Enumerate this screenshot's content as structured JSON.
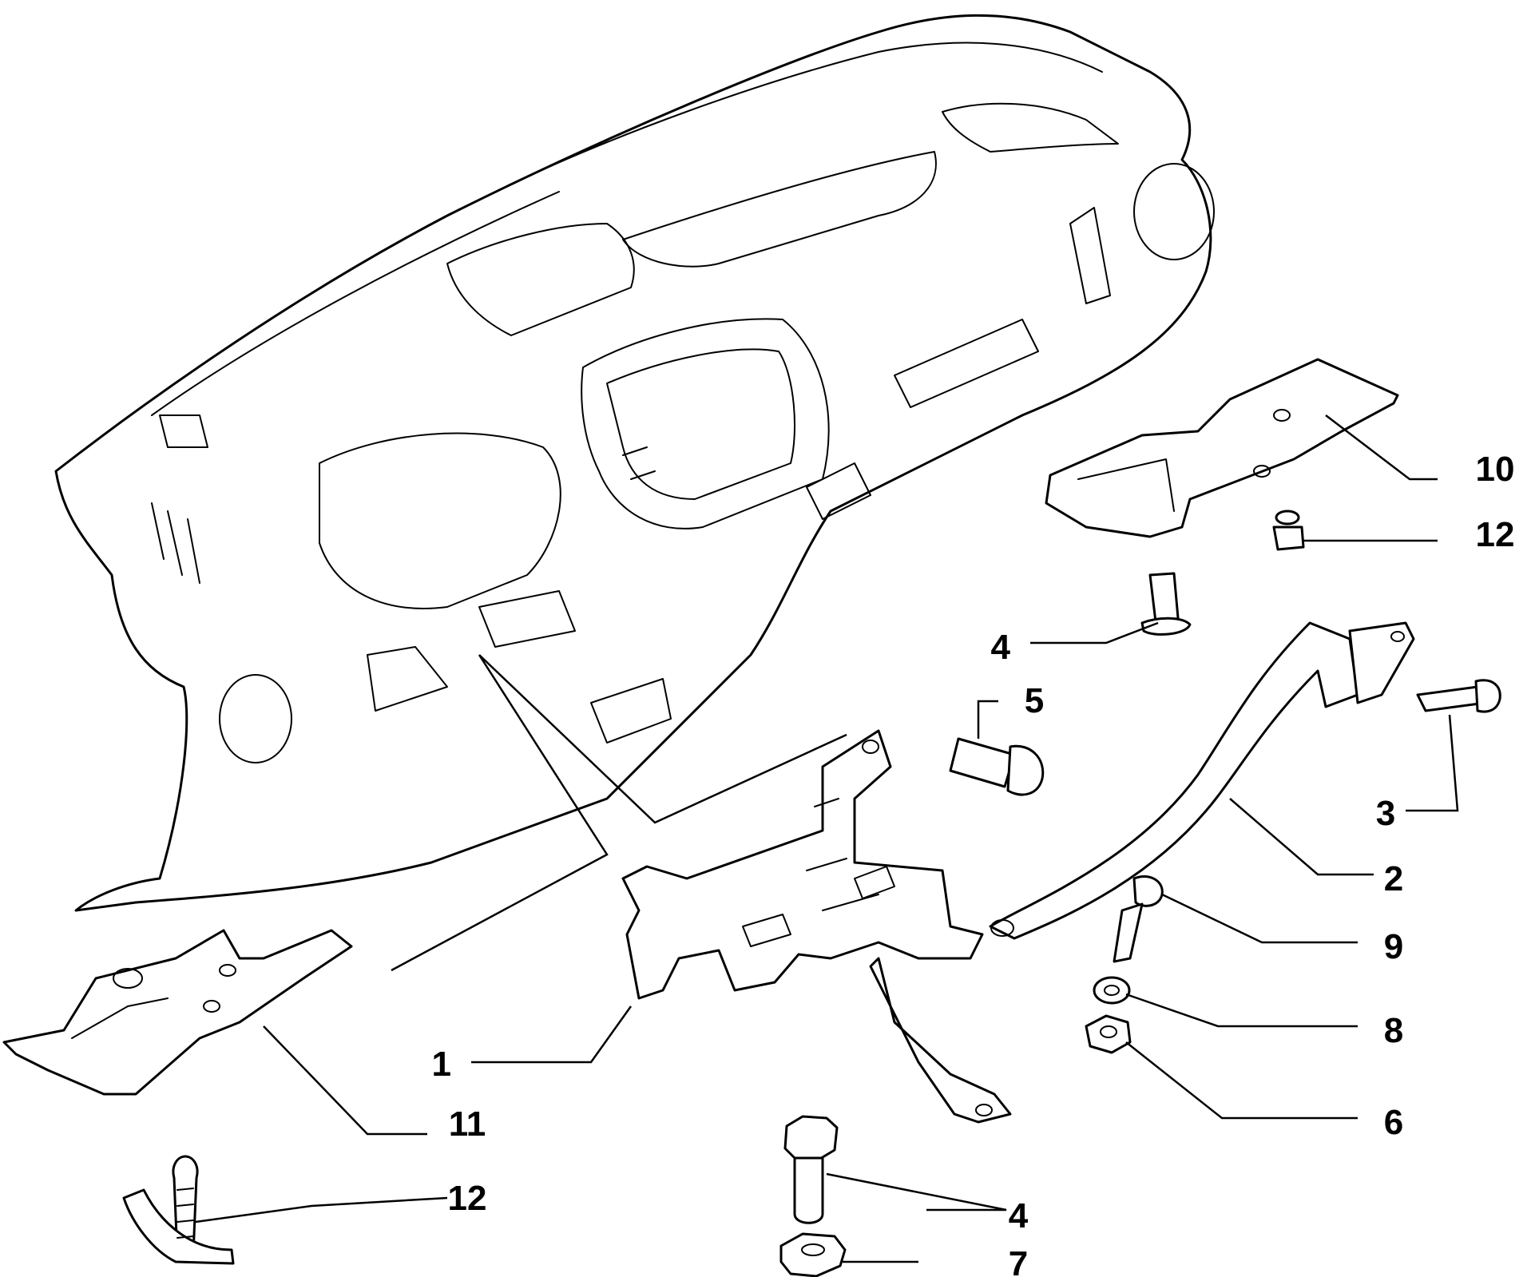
{
  "diagram": {
    "callouts": [
      {
        "id": "c1",
        "label": "1"
      },
      {
        "id": "c2",
        "label": "2"
      },
      {
        "id": "c3",
        "label": "3"
      },
      {
        "id": "c4a",
        "label": "4"
      },
      {
        "id": "c4b",
        "label": "4"
      },
      {
        "id": "c5",
        "label": "5"
      },
      {
        "id": "c6",
        "label": "6"
      },
      {
        "id": "c7",
        "label": "7"
      },
      {
        "id": "c8",
        "label": "8"
      },
      {
        "id": "c9",
        "label": "9"
      },
      {
        "id": "c10",
        "label": "10"
      },
      {
        "id": "c11",
        "label": "11"
      },
      {
        "id": "c12a",
        "label": "12"
      },
      {
        "id": "c12b",
        "label": "12"
      }
    ]
  }
}
